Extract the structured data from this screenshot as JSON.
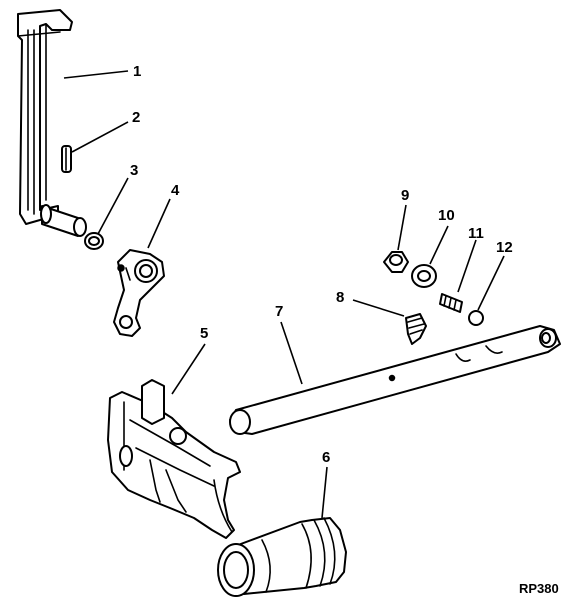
{
  "callouts": {
    "c1": "1",
    "c2": "2",
    "c3": "3",
    "c4": "4",
    "c5": "5",
    "c6": "6",
    "c7": "7",
    "c8": "8",
    "c9": "9",
    "c10": "10",
    "c11": "11",
    "c12": "12"
  },
  "reference_code": "RP380"
}
